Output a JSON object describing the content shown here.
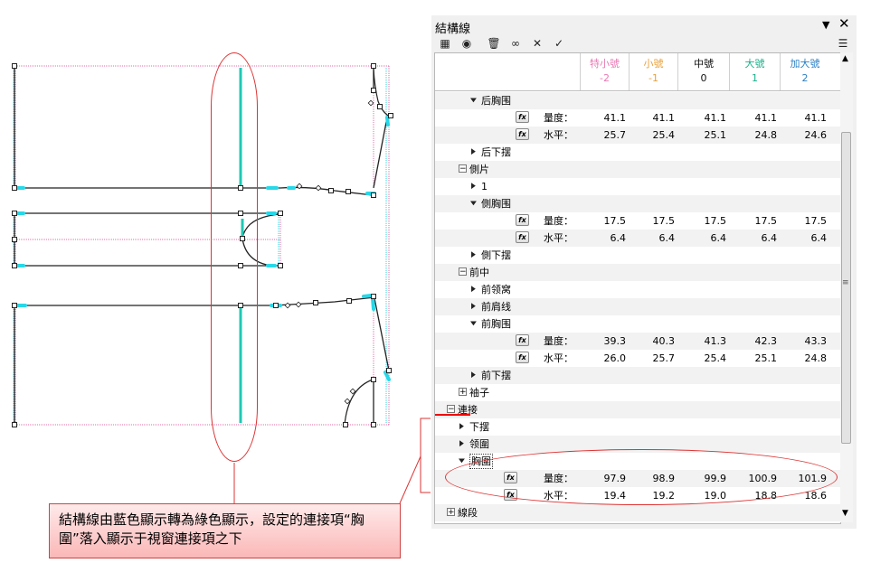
{
  "panel": {
    "title": "結構線",
    "pin_icon": "▼",
    "close_icon": "✕",
    "toolbar": [
      {
        "name": "grid-icon",
        "glyph": "▦"
      },
      {
        "name": "eye-icon",
        "glyph": "◉"
      },
      {
        "name": "trash-icon",
        "glyph": "🗑"
      },
      {
        "name": "link-icon",
        "glyph": "∞"
      },
      {
        "name": "delete-icon",
        "glyph": "✕"
      },
      {
        "name": "check-icon",
        "glyph": "✓"
      }
    ],
    "menu_icon": "☰"
  },
  "columns": [
    {
      "label": "特小號",
      "sub": "-2",
      "color": "#e87ab4"
    },
    {
      "label": "小號",
      "sub": "-1",
      "color": "#e8a23a"
    },
    {
      "label": "中號",
      "sub": "0",
      "color": "#111111"
    },
    {
      "label": "大號",
      "sub": "1",
      "color": "#1ab08a"
    },
    {
      "label": "加大號",
      "sub": "2",
      "color": "#2a7fc4"
    }
  ],
  "rows": [
    {
      "kind": "node",
      "indent": 1,
      "marker": "down",
      "label": "后胸围",
      "highlight": false
    },
    {
      "kind": "fx",
      "indent": 2,
      "label": "量度：",
      "values": [
        "41.1",
        "41.1",
        "41.1",
        "41.1",
        "41.1"
      ]
    },
    {
      "kind": "fx",
      "indent": 2,
      "label": "水平：",
      "values": [
        "25.7",
        "25.4",
        "25.1",
        "24.8",
        "24.6"
      ]
    },
    {
      "kind": "node",
      "indent": 1,
      "marker": "right",
      "label": "后下摆"
    },
    {
      "kind": "node",
      "indent": 0,
      "marker": "minus",
      "label": "側片"
    },
    {
      "kind": "node",
      "indent": 1,
      "marker": "right",
      "label": "1"
    },
    {
      "kind": "node",
      "indent": 1,
      "marker": "down",
      "label": "側胸围"
    },
    {
      "kind": "fx",
      "indent": 2,
      "label": "量度：",
      "values": [
        "17.5",
        "17.5",
        "17.5",
        "17.5",
        "17.5"
      ]
    },
    {
      "kind": "fx",
      "indent": 2,
      "label": "水平：",
      "values": [
        "6.4",
        "6.4",
        "6.4",
        "6.4",
        "6.4"
      ]
    },
    {
      "kind": "node",
      "indent": 1,
      "marker": "right",
      "label": "側下摆"
    },
    {
      "kind": "node",
      "indent": 0,
      "marker": "minus",
      "label": "前中"
    },
    {
      "kind": "node",
      "indent": 1,
      "marker": "right",
      "label": "前领窝"
    },
    {
      "kind": "node",
      "indent": 1,
      "marker": "right",
      "label": "前肩线"
    },
    {
      "kind": "node",
      "indent": 1,
      "marker": "down",
      "label": "前胸围"
    },
    {
      "kind": "fx",
      "indent": 2,
      "label": "量度：",
      "values": [
        "39.3",
        "40.3",
        "41.3",
        "42.3",
        "43.3"
      ]
    },
    {
      "kind": "fx",
      "indent": 2,
      "label": "水平：",
      "values": [
        "26.0",
        "25.7",
        "25.4",
        "25.1",
        "24.8"
      ]
    },
    {
      "kind": "node",
      "indent": 1,
      "marker": "right",
      "label": "前下摆"
    },
    {
      "kind": "node",
      "indent": 0,
      "marker": "plus",
      "label": "袖子"
    },
    {
      "kind": "node",
      "indent": -1,
      "marker": "minus",
      "label": "連接"
    },
    {
      "kind": "node",
      "indent": 0,
      "marker": "right",
      "label": "下摆"
    },
    {
      "kind": "node",
      "indent": 0,
      "marker": "right",
      "label": "领圍"
    },
    {
      "kind": "node",
      "indent": 0,
      "marker": "down",
      "label": "胸圍",
      "selected": true
    },
    {
      "kind": "fx",
      "indent": 1,
      "label": "量度：",
      "values": [
        "97.9",
        "98.9",
        "99.9",
        "100.9",
        "101.9"
      ]
    },
    {
      "kind": "fx",
      "indent": 1,
      "label": "水平：",
      "values": [
        "19.4",
        "19.2",
        "19.0",
        "18.8",
        "18.6"
      ]
    },
    {
      "kind": "node",
      "indent": -1,
      "marker": "plus",
      "label": "線段"
    }
  ],
  "fx_label": "fx",
  "callout": {
    "text": "結構線由藍色顯示轉為綠色顯示，設定的連接項“胸圍”落入顯示于視窗連接項之下"
  },
  "colors": {
    "structure_green": "#1ec8b4",
    "cyan_handle": "#27d8e8",
    "pink_dotted": "#e06fa8",
    "annotation_red": "#dd2222"
  }
}
